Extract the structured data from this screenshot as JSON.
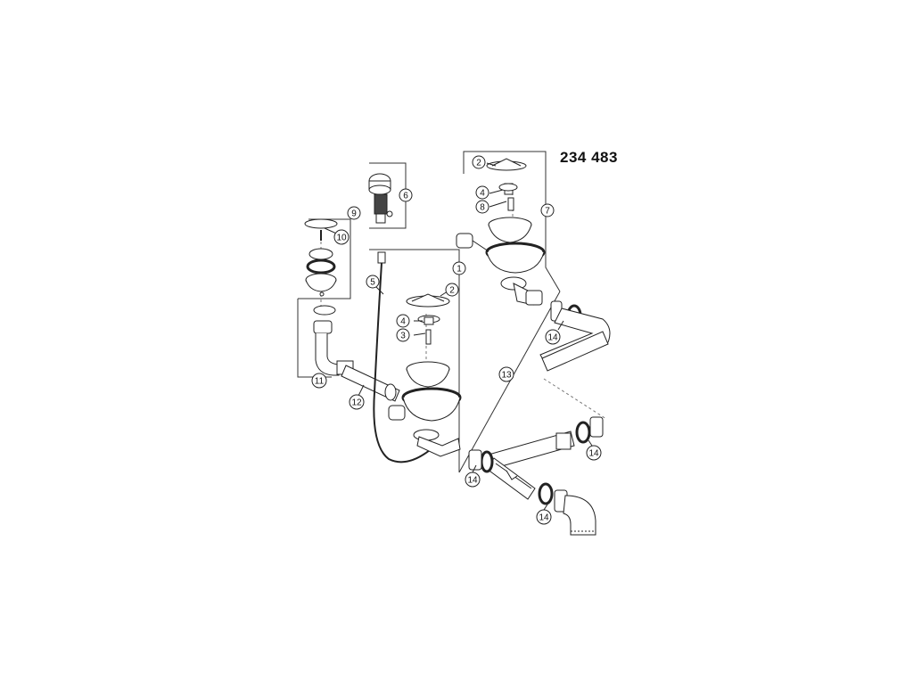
{
  "diagram": {
    "part_number": "234 483",
    "callouts": [
      {
        "id": "c2a",
        "label": "2"
      },
      {
        "id": "c4a",
        "label": "4"
      },
      {
        "id": "c8",
        "label": "8"
      },
      {
        "id": "c7",
        "label": "7"
      },
      {
        "id": "c6",
        "label": "6"
      },
      {
        "id": "c9",
        "label": "9"
      },
      {
        "id": "c10",
        "label": "10"
      },
      {
        "id": "c1",
        "label": "1"
      },
      {
        "id": "c5",
        "label": "5"
      },
      {
        "id": "c2b",
        "label": "2"
      },
      {
        "id": "c4b",
        "label": "4"
      },
      {
        "id": "c3",
        "label": "3"
      },
      {
        "id": "c13",
        "label": "13"
      },
      {
        "id": "c11",
        "label": "11"
      },
      {
        "id": "c12",
        "label": "12"
      },
      {
        "id": "c14a",
        "label": "14"
      },
      {
        "id": "c14b",
        "label": "14"
      },
      {
        "id": "c14c",
        "label": "14"
      },
      {
        "id": "c14d",
        "label": "14"
      }
    ]
  }
}
